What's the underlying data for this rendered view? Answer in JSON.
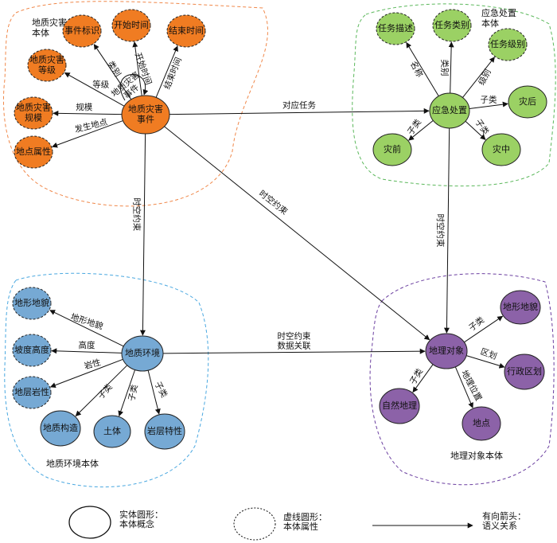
{
  "groups": [
    {
      "id": "g_disaster",
      "title": [
        "地质灾害",
        "本体"
      ],
      "color": "#f0884a"
    },
    {
      "id": "g_response",
      "title": [
        "应急处置",
        "本体"
      ],
      "color": "#5cb85c"
    },
    {
      "id": "g_env",
      "title": [
        "地质环境本体"
      ],
      "color": "#4aa8e0"
    },
    {
      "id": "g_geo",
      "title": [
        "地理对象本体"
      ],
      "color": "#6b3fa0"
    }
  ],
  "nodes": [
    {
      "id": "disaster_event",
      "label": [
        "地质灾害",
        "事件"
      ],
      "kind": "concept",
      "group": "g_disaster"
    },
    {
      "id": "event_id",
      "label": [
        "事件标识"
      ],
      "kind": "attribute",
      "group": "g_disaster"
    },
    {
      "id": "start_time",
      "label": [
        "开始时间"
      ],
      "kind": "attribute",
      "group": "g_disaster"
    },
    {
      "id": "end_time",
      "label": [
        "结束时间"
      ],
      "kind": "attribute",
      "group": "g_disaster"
    },
    {
      "id": "disaster_grade",
      "label": [
        "地质灾害",
        "等级"
      ],
      "kind": "attribute",
      "group": "g_disaster"
    },
    {
      "id": "disaster_scale",
      "label": [
        "地质灾害",
        "规模"
      ],
      "kind": "attribute",
      "group": "g_disaster"
    },
    {
      "id": "place_attr",
      "label": [
        "地点属性"
      ],
      "kind": "attribute",
      "group": "g_disaster"
    },
    {
      "id": "response",
      "label": [
        "应急处置"
      ],
      "kind": "concept",
      "group": "g_response"
    },
    {
      "id": "task_desc",
      "label": [
        "任务描述"
      ],
      "kind": "attribute",
      "group": "g_response"
    },
    {
      "id": "task_type",
      "label": [
        "任务类别"
      ],
      "kind": "attribute",
      "group": "g_response"
    },
    {
      "id": "task_level",
      "label": [
        "任务级别"
      ],
      "kind": "attribute",
      "group": "g_response"
    },
    {
      "id": "post_disaster",
      "label": [
        "灾后"
      ],
      "kind": "concept",
      "group": "g_response"
    },
    {
      "id": "pre_disaster",
      "label": [
        "灾前"
      ],
      "kind": "concept",
      "group": "g_response"
    },
    {
      "id": "mid_disaster",
      "label": [
        "灾中"
      ],
      "kind": "concept",
      "group": "g_response"
    },
    {
      "id": "geo_env",
      "label": [
        "地质环境"
      ],
      "kind": "concept",
      "group": "g_env"
    },
    {
      "id": "landform",
      "label": [
        "地形地貌"
      ],
      "kind": "attribute",
      "group": "g_env"
    },
    {
      "id": "slope_height",
      "label": [
        "坡度高度"
      ],
      "kind": "attribute",
      "group": "g_env"
    },
    {
      "id": "strata_lith",
      "label": [
        "地层岩性"
      ],
      "kind": "attribute",
      "group": "g_env"
    },
    {
      "id": "geo_structure",
      "label": [
        "地质构造"
      ],
      "kind": "concept",
      "group": "g_env"
    },
    {
      "id": "soil",
      "label": [
        "土体"
      ],
      "kind": "concept",
      "group": "g_env"
    },
    {
      "id": "rock_prop",
      "label": [
        "岩层特性"
      ],
      "kind": "concept",
      "group": "g_env"
    },
    {
      "id": "geo_object",
      "label": [
        "地理对象"
      ],
      "kind": "concept",
      "group": "g_geo"
    },
    {
      "id": "geo_landform",
      "label": [
        "地形地貌"
      ],
      "kind": "concept",
      "group": "g_geo"
    },
    {
      "id": "admin_region",
      "label": [
        "行政区划"
      ],
      "kind": "concept",
      "group": "g_geo"
    },
    {
      "id": "natural_geo",
      "label": [
        "自然地理"
      ],
      "kind": "concept",
      "group": "g_geo"
    },
    {
      "id": "place",
      "label": [
        "地点"
      ],
      "kind": "concept",
      "group": "g_geo"
    }
  ],
  "edges": [
    {
      "from": "disaster_event",
      "to": "event_id",
      "label": [
        "类别"
      ]
    },
    {
      "from": "disaster_event",
      "to": "start_time",
      "label": [
        "开始时间"
      ]
    },
    {
      "from": "disaster_event",
      "to": "end_time",
      "label": [
        "结束时间"
      ]
    },
    {
      "from": "disaster_event",
      "to": "disaster_grade",
      "label": [
        "等级"
      ]
    },
    {
      "from": "disaster_event",
      "to": "disaster_scale",
      "label": [
        "规模"
      ]
    },
    {
      "from": "disaster_event",
      "to": "place_attr",
      "label": [
        "发生地点"
      ]
    },
    {
      "from": "disaster_event",
      "to": "disaster_event",
      "label": [
        "地质灾害",
        "事件"
      ],
      "loop": true
    },
    {
      "from": "disaster_event",
      "to": "response",
      "label": [
        "对应任务"
      ]
    },
    {
      "from": "disaster_event",
      "to": "geo_env",
      "label": [
        "时空约束"
      ]
    },
    {
      "from": "disaster_event",
      "to": "geo_object",
      "label": [
        "时空约束"
      ]
    },
    {
      "from": "response",
      "to": "task_desc",
      "label": [
        "名称"
      ]
    },
    {
      "from": "response",
      "to": "task_type",
      "label": [
        "类别"
      ]
    },
    {
      "from": "response",
      "to": "task_level",
      "label": [
        "级别"
      ]
    },
    {
      "from": "response",
      "to": "post_disaster",
      "label": [
        "子类"
      ]
    },
    {
      "from": "response",
      "to": "pre_disaster",
      "label": [
        "子类"
      ]
    },
    {
      "from": "response",
      "to": "mid_disaster",
      "label": [
        "子类"
      ]
    },
    {
      "from": "response",
      "to": "geo_object",
      "label": [
        "时空约束"
      ]
    },
    {
      "from": "geo_env",
      "to": "landform",
      "label": [
        "地形地貌"
      ]
    },
    {
      "from": "geo_env",
      "to": "slope_height",
      "label": [
        "高度"
      ]
    },
    {
      "from": "geo_env",
      "to": "strata_lith",
      "label": [
        "岩性"
      ]
    },
    {
      "from": "geo_env",
      "to": "geo_structure",
      "label": [
        "子类"
      ]
    },
    {
      "from": "geo_env",
      "to": "soil",
      "label": [
        "子类"
      ]
    },
    {
      "from": "geo_env",
      "to": "rock_prop",
      "label": [
        "子类"
      ]
    },
    {
      "from": "geo_env",
      "to": "geo_object",
      "label": [
        "时空约束",
        "数据关联"
      ]
    },
    {
      "from": "geo_object",
      "to": "geo_landform",
      "label": [
        "子类"
      ]
    },
    {
      "from": "geo_object",
      "to": "admin_region",
      "label": [
        "区划"
      ]
    },
    {
      "from": "geo_object",
      "to": "natural_geo",
      "label": [
        "子类"
      ]
    },
    {
      "from": "geo_object",
      "to": "place",
      "label": [
        "地理位置"
      ]
    }
  ],
  "legend": [
    {
      "id": "legend_solid",
      "label": [
        "实体圆形：",
        "本体概念"
      ]
    },
    {
      "id": "legend_dashed",
      "label": [
        "虚线圆形：",
        "本体属性"
      ]
    },
    {
      "id": "legend_arrow",
      "label": [
        "有向箭头：",
        "语义关系"
      ]
    }
  ],
  "colors": {
    "g_disaster": {
      "fill": "#f07c22",
      "stroke": "#b85a12"
    },
    "g_response": {
      "fill": "#9bd164",
      "stroke": "#4e8a2a"
    },
    "g_env": {
      "fill": "#76a9d4",
      "stroke": "#3e6f98"
    },
    "g_geo": {
      "fill": "#8c62a8",
      "stroke": "#553671"
    }
  }
}
